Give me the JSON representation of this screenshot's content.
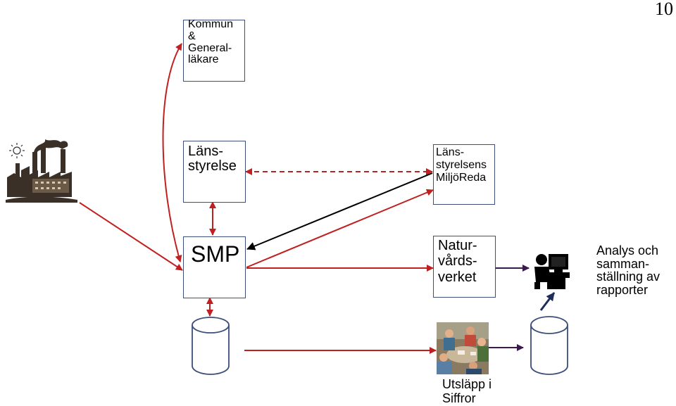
{
  "page_number": "10",
  "nodes": {
    "kommun": {
      "label": "Kommun\n&\nGeneral-\nläkare"
    },
    "lansstyrelse": {
      "label": "Läns-\nstyrelse"
    },
    "miljoreda": {
      "label": "Läns-\nstyrelsens\nMiljöReda"
    },
    "smp": {
      "label": "SMP"
    },
    "naturvardsverket": {
      "label": "Natur-\nvårds-\nverket"
    },
    "utslapp": {
      "label": "Utsläpp i\nSiffror"
    },
    "analys": {
      "label": "Analys och\nsamman-\nställning av\nrapporter"
    }
  },
  "icons": {
    "factory": "factory-icon",
    "meeting": "meeting-photo-icon",
    "computer": "computer-user-icon",
    "database_left": "database-icon",
    "database_right": "database-icon"
  },
  "colors": {
    "arrow_red": "#c0201f",
    "arrow_black": "#000000",
    "arrow_purple": "#3a1a4a",
    "arrow_navy": "#1f2d5a",
    "box_border": "#3b4f7a"
  }
}
